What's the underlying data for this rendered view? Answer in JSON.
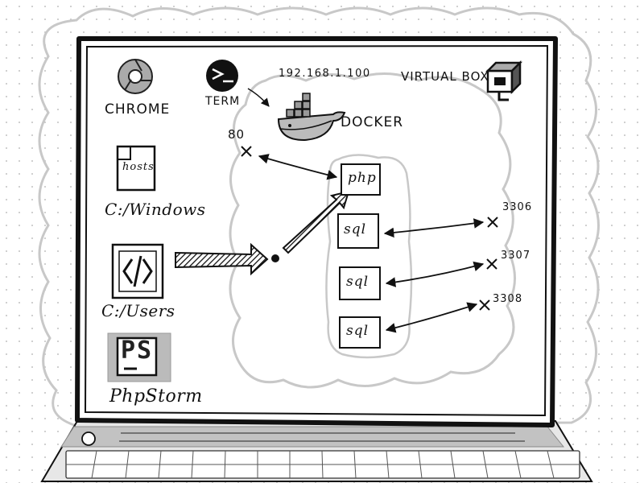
{
  "apps": {
    "chrome": {
      "label": "CHROME",
      "icon": "chrome-icon"
    },
    "term": {
      "label": "TERM",
      "icon": "terminal-icon",
      "prompt": ">_"
    },
    "virtualbox": {
      "label": "VIRTUAL BOX",
      "icon": "virtualbox-icon"
    },
    "phpstorm": {
      "label": "PhpStorm",
      "icon": "phpstorm-icon",
      "logo_text": "PS"
    }
  },
  "host_ip": "192.168.1.100",
  "docker": {
    "label": "DOCKER",
    "icon": "docker-whale-icon"
  },
  "files": {
    "hosts": {
      "file_label": "hosts",
      "path": "C:/Windows",
      "icon": "document-icon"
    },
    "code": {
      "path": "C:/Users",
      "icon": "code-file-icon"
    }
  },
  "containers": [
    {
      "label": "php"
    },
    {
      "label": "sql"
    },
    {
      "label": "sql"
    },
    {
      "label": "sql"
    }
  ],
  "ports": {
    "http": "80",
    "sql1": "3306",
    "sql2": "3307",
    "sql3": "3308"
  },
  "colors": {
    "ink": "#111111",
    "cloud_outer": "#c8c8c8",
    "cloud_inner": "#c8c8c8",
    "keyboard": "#bdbdbd",
    "phpstorm_bg": "#bbbbbb"
  }
}
